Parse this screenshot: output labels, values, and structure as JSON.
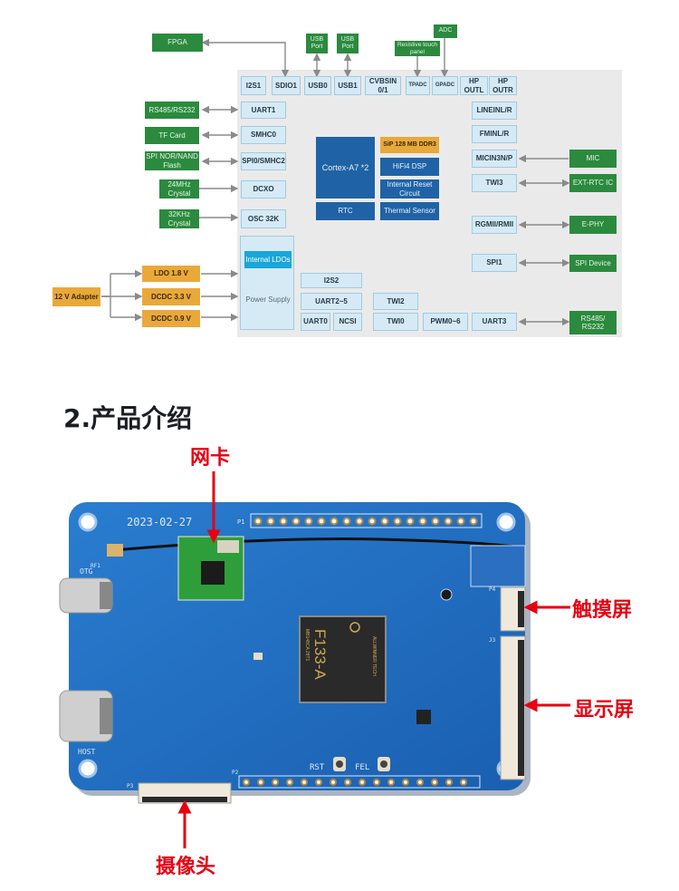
{
  "diagram": {
    "top_externals": {
      "fpga": "FPGA",
      "usb_port_0": "USB Port",
      "usb_port_1": "USB Port",
      "resistive": "Resistive touch panel",
      "adc": "ADC"
    },
    "top_row": {
      "i2s1": "I2S1",
      "sdio1": "SDIO1",
      "usb0": "USB0",
      "usb1": "USB1",
      "cvbsin": "CVBSIN 0/1",
      "tpadc": "TPADC",
      "gpadc": "GPADC",
      "hp_outl": "HP OUTL",
      "hp_outr": "HP OUTR"
    },
    "left_externals": {
      "rs485": "RS485/RS232",
      "tf_card": "TF Card",
      "spi_flash": "SPI NOR/NAND Flash",
      "xtal24": "24MHz Crystal",
      "xtal32": "32KHz Crystal"
    },
    "left_column": {
      "uart1": "UART1",
      "smhc0": "SMHC0",
      "spi0": "SPI0/SMHC2",
      "dcxo": "DCXO",
      "osc32k": "OSC 32K"
    },
    "core": {
      "cpu": "Cortex-A7 *2",
      "sip": "SiP 128 MB DDR3",
      "dsp": "HiFi4 DSP",
      "reset": "Internal Reset Circuit",
      "rtc": "RTC",
      "thermal": "Thermal Sensor"
    },
    "right_column": {
      "linein": "LINEINL/R",
      "fmin": "FMINL/R",
      "micin": "MICIN3N/P",
      "twi3": "TWI3",
      "rgmii": "RGMII/RMII",
      "spi1": "SPI1"
    },
    "right_externals": {
      "mic": "MIC",
      "ext_rtc": "EXT-RTC IC",
      "ephy": "E-PHY",
      "spi_device": "SPI Device",
      "rs485_b": "RS485/ RS232"
    },
    "power": {
      "adapter": "12 V Adapter",
      "ldo": "LDO 1.8 V",
      "dcdc33": "DCDC 3.3 V",
      "dcdc09": "DCDC 0.9 V",
      "internal_ldos": "Internal LDOs",
      "power_supply": "Power Supply"
    },
    "bottom": {
      "i2s2": "I2S2",
      "uart2_5": "UART2~5",
      "uart0": "UART0",
      "ncsi": "NCSI",
      "twi2": "TWI2",
      "twi0": "TWI0",
      "pwm": "PWM0~6",
      "uart3": "UART3"
    }
  },
  "section": {
    "title": "2.产品介绍"
  },
  "board": {
    "date": "2023-02-27",
    "chip_model": "F133-A",
    "chip_brand": "ALLWINNER TECH",
    "chip_code": "MB148CA 28T1",
    "silk_otg": "OTG",
    "silk_host": "HOST",
    "silk_rst": "RST",
    "silk_fel": "FEL",
    "silk_p1": "P1",
    "silk_p2": "P2",
    "silk_p3": "P3",
    "silk_p4": "P4",
    "silk_j3": "J3",
    "silk_rf1": "RF1",
    "callouts": {
      "wifi": "网卡",
      "touch": "触摸屏",
      "display": "显示屏",
      "camera": "摄像头"
    }
  },
  "colors": {
    "green": "#2b8a3e",
    "orange": "#e9a93a",
    "light_blue": "#d6eaf5",
    "dark_blue": "#1f63a6",
    "red": "#e60012",
    "pcb": "#1e6fc0"
  }
}
